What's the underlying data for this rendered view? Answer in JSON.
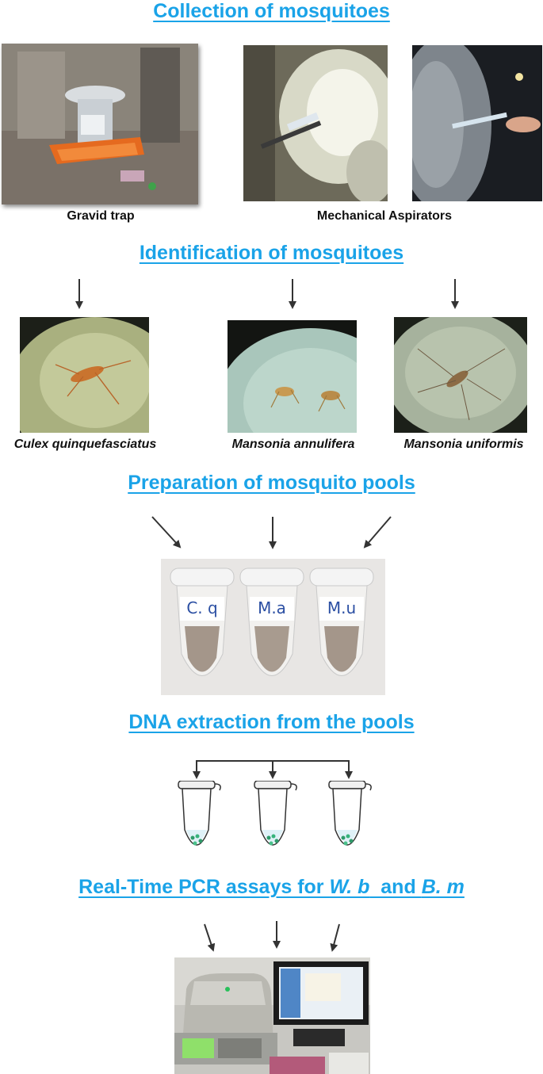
{
  "headings": {
    "collection": "Collection of mosquitoes",
    "identification": "Identification of mosquitoes",
    "preparation": "Preparation of mosquito pools",
    "dna": "DNA extraction from the pools",
    "pcr_prefix": "Real-Time PCR assays for ",
    "pcr_wb": "W. b",
    "pcr_and": "  and ",
    "pcr_bm": "B. m"
  },
  "collection": {
    "gravid_caption": "Gravid trap",
    "aspirator_caption": "Mechanical Aspirators"
  },
  "species": {
    "culex": "Culex quinquefasciatus",
    "annulifera": "Mansonia annulifera",
    "uniformis": "Mansonia uniformis"
  },
  "pools": {
    "labels": [
      "C. q",
      "M.a",
      "M.u"
    ]
  },
  "colors": {
    "heading": "#1aa3e8",
    "arrow": "#333333"
  }
}
